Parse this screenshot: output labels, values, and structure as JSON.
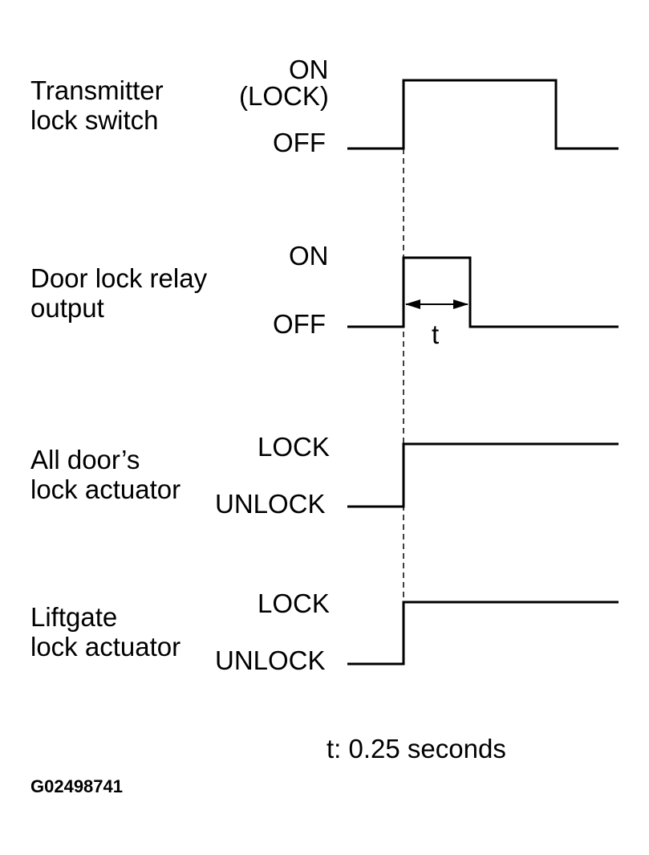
{
  "signals": [
    {
      "label_lines": [
        "Transmitter",
        "lock switch"
      ],
      "high_label_lines": [
        "ON",
        "(LOCK)"
      ],
      "low_label": "OFF"
    },
    {
      "label_lines": [
        "Door lock relay",
        "output"
      ],
      "high_label_lines": [
        "ON"
      ],
      "low_label": "OFF",
      "interval_label": "t"
    },
    {
      "label_lines": [
        "All door’s",
        "lock actuator"
      ],
      "high_label_lines": [
        "LOCK"
      ],
      "low_label": "UNLOCK"
    },
    {
      "label_lines": [
        "Liftgate",
        "lock actuator"
      ],
      "high_label_lines": [
        "LOCK"
      ],
      "low_label": "UNLOCK"
    }
  ],
  "footnote": "t: 0.25 seconds",
  "figure_id": "G02498741"
}
